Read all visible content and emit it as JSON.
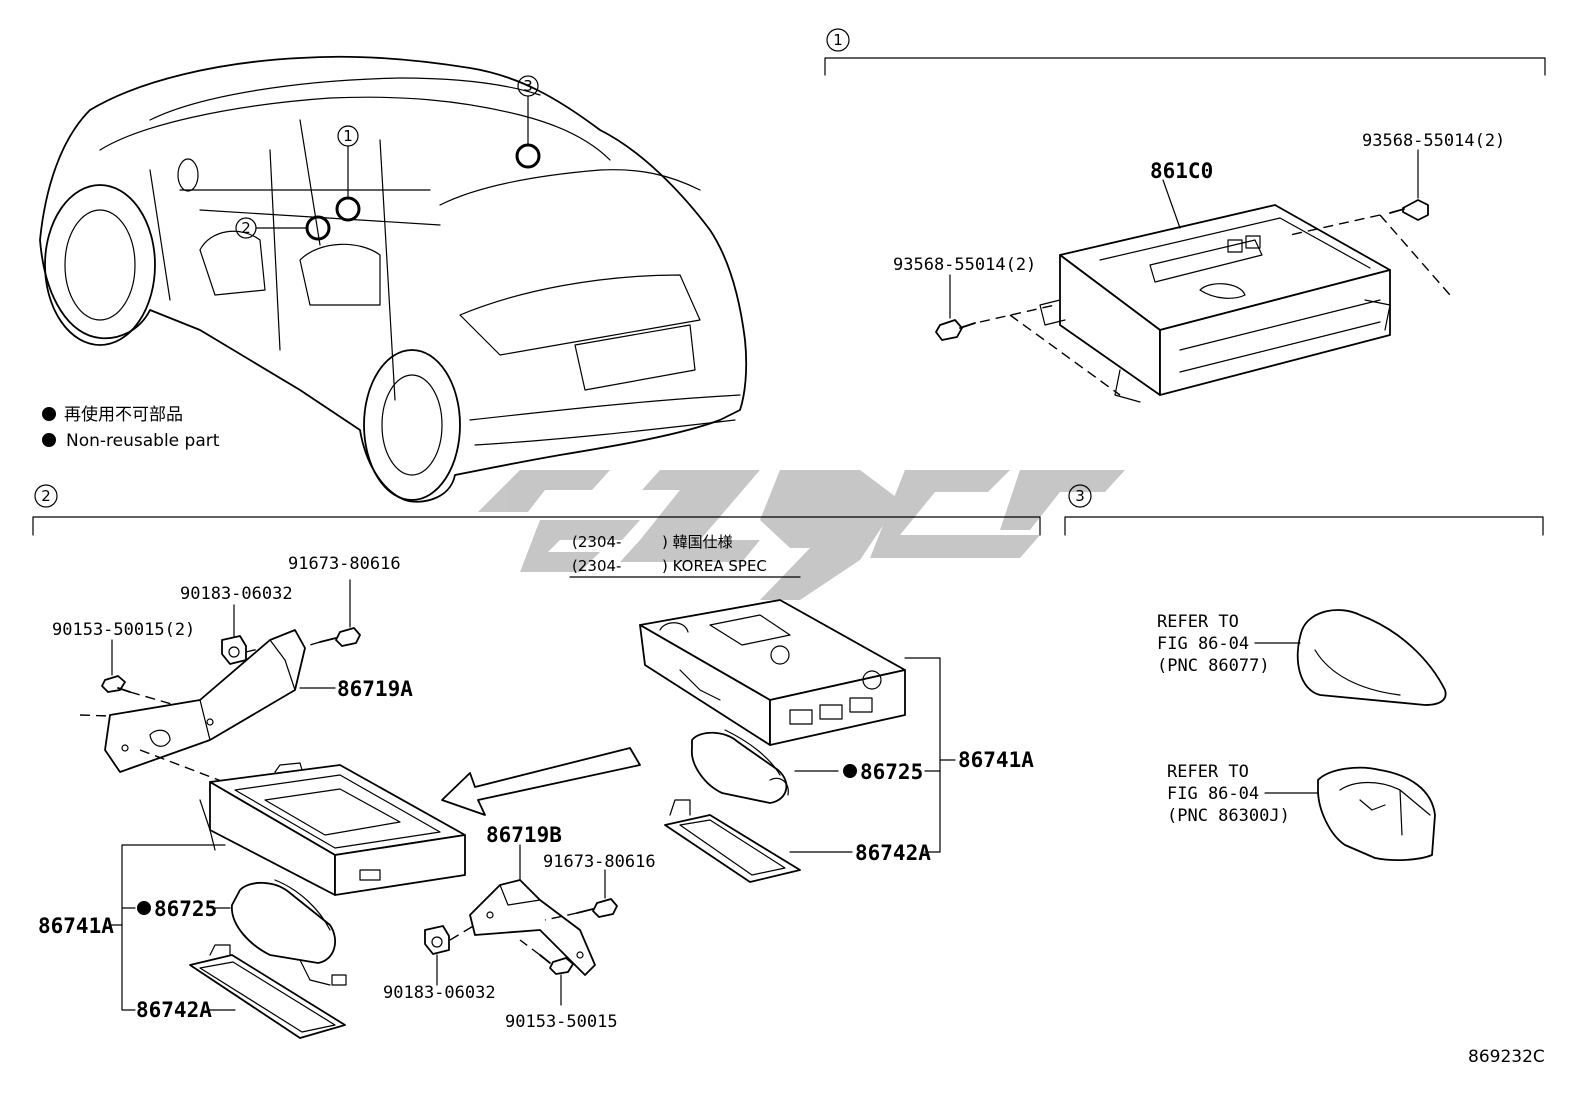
{
  "callouts": {
    "one": "1",
    "two": "2",
    "three": "3"
  },
  "legend": {
    "jp": "再使用不可部品",
    "en": "Non-reusable part"
  },
  "section1": {
    "module": "861C0",
    "bolt_right": "93568-55014(2)",
    "bolt_left": "93568-55014(2)"
  },
  "section2": {
    "bolt_a": "91673-80616",
    "nut_a": "90183-06032",
    "screw_a": "90153-50015(2)",
    "bracket_a": "86719A",
    "bracket_b": "86719B",
    "bolt_b": "91673-80616",
    "nut_b": "90183-06032",
    "screw_b": "90153-50015",
    "assy_left": "86741A",
    "filter_left": "86725",
    "cover_left": "86742A",
    "assy_right": "86741A",
    "filter_right": "86725",
    "cover_right": "86742A",
    "korea_line1_prefix": "(2304-",
    "korea_line1_suffix": ") 韓国仕様",
    "korea_line2_prefix": "(2304-",
    "korea_line2_suffix": ") KOREA SPEC"
  },
  "section3": {
    "ref1": [
      "REFER TO",
      "FIG 86-04",
      "(PNC 86077)"
    ],
    "ref2": [
      "REFER TO",
      "FIG 86-04",
      "(PNC 86300J)"
    ]
  },
  "figure_code": "869232C"
}
